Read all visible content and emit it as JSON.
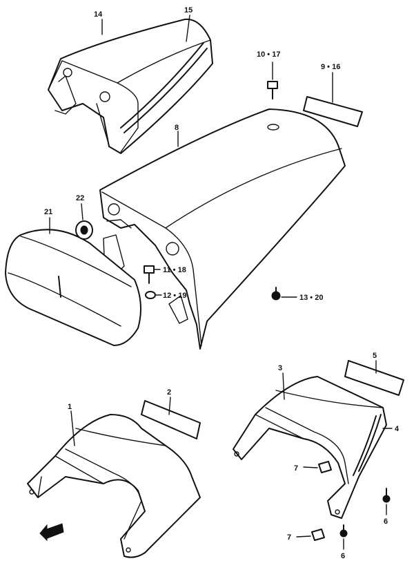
{
  "diagram": {
    "callouts": {
      "p1": "1",
      "p2": "2",
      "p3": "3",
      "p4": "4",
      "p5": "5",
      "p6a": "6",
      "p6b": "6",
      "p7a": "7",
      "p7b": "7",
      "p8": "8",
      "p9_16": "9 • 16",
      "p10_17": "10 • 17",
      "p11_18": "11 • 18",
      "p12_19": "12 • 19",
      "p13_20": "13 • 20",
      "p14": "14",
      "p15": "15",
      "p21": "21",
      "p22": "22"
    }
  }
}
